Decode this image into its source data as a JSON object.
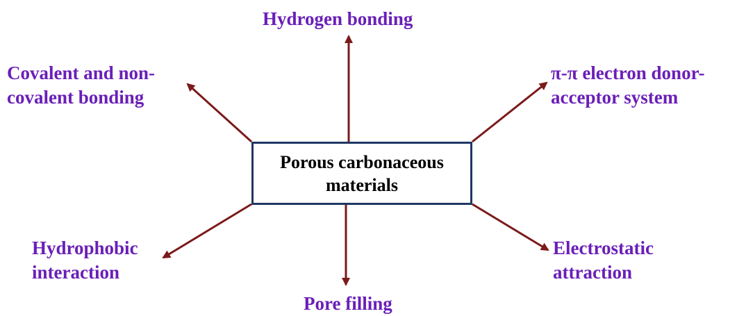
{
  "center": {
    "line1": "Porous carbonaceous",
    "line2": "materials"
  },
  "labels": {
    "hydrogen": {
      "line1": "Hydrogen bonding"
    },
    "covalent": {
      "line1": "Covalent and non-",
      "line2": "covalent bonding"
    },
    "pipi": {
      "line1": "π-π electron donor-",
      "line2": "acceptor system"
    },
    "hydrophobic": {
      "line1": "Hydrophobic",
      "line2": "interaction"
    },
    "electrostatic": {
      "line1": "Electrostatic",
      "line2": "attraction"
    },
    "pore": {
      "line1": "Pore filling"
    }
  },
  "colors": {
    "label": "#6a1fb8",
    "arrow": "#7b1a1a",
    "box_border": "#1f3864",
    "center_text": "#000000"
  }
}
